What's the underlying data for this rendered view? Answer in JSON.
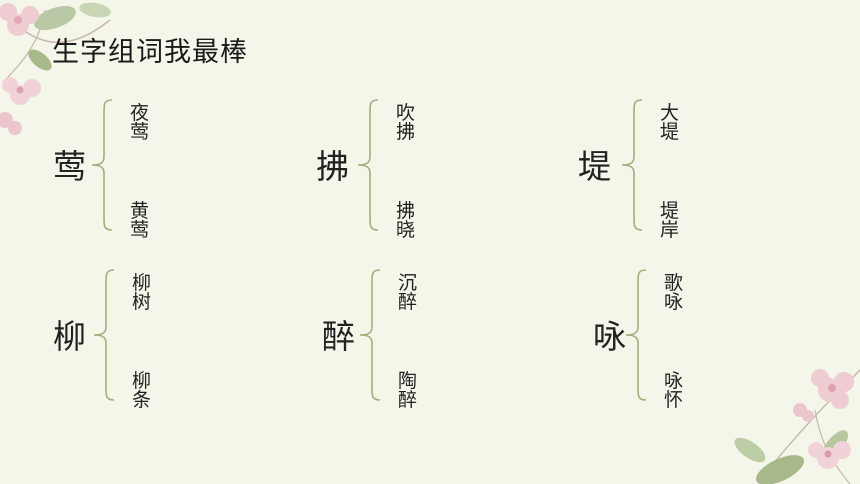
{
  "title": "生字组词我最棒",
  "groups": [
    {
      "char": "莺",
      "words": [
        "夜莺",
        "黄莺"
      ]
    },
    {
      "char": "拂",
      "words": [
        "吹拂",
        "拂晓"
      ]
    },
    {
      "char": "堤",
      "words": [
        "大堤",
        "堤岸"
      ]
    },
    {
      "char": "柳",
      "words": [
        "柳树",
        "柳条"
      ]
    },
    {
      "char": "醉",
      "words": [
        "沉醉",
        "陶醉"
      ]
    },
    {
      "char": "咏",
      "words": [
        "歌咏",
        "咏怀"
      ]
    }
  ],
  "colors": {
    "background": "#f3f6e9",
    "brace": "#9fb07a",
    "petal": "#ecc6cd",
    "leaf": "#a7b98a"
  }
}
